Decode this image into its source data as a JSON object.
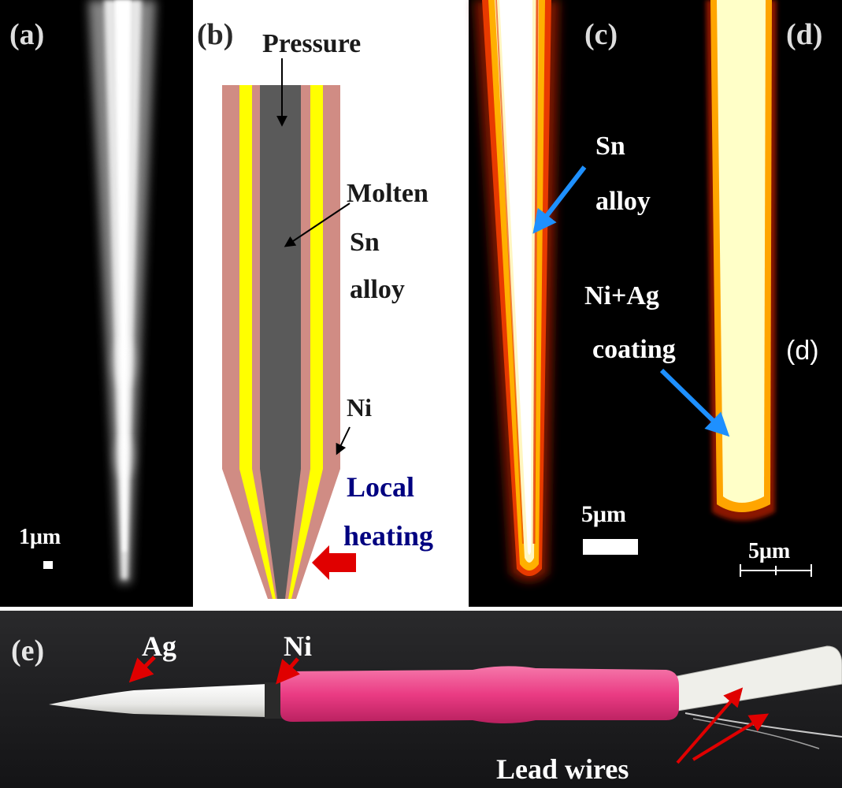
{
  "panels": {
    "a": {
      "label": "(a)",
      "scale": "1μm"
    },
    "b": {
      "label": "(b)",
      "pressure": "Pressure",
      "molten_lines": [
        "Molten",
        "Sn",
        "alloy"
      ],
      "ni": "Ni",
      "local_heating_lines": [
        "Local",
        "heating"
      ]
    },
    "c": {
      "label": "(c)",
      "sn_lines": [
        "Sn",
        "alloy"
      ],
      "scale": "5μm"
    },
    "d": {
      "label": "(d)",
      "coating_lines": [
        "Ni+Ag",
        "coating"
      ],
      "extra_label": "(d)",
      "scale": "5μm"
    },
    "e": {
      "label": "(e)",
      "ag": "Ag",
      "ni": "Ni",
      "lead_wires": "Lead wires"
    }
  },
  "colors": {
    "outer_shell": "#d08c84",
    "yellow_layer": "#ffff00",
    "core": "#5a5a5a",
    "blue_text": "#000080",
    "red_arrow": "#e00000",
    "blue_arrow": "#1e90ff",
    "pink_sleeve": "#ea3b83"
  }
}
